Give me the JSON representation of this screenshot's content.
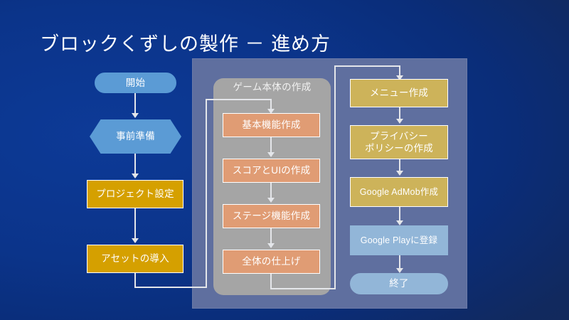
{
  "slide": {
    "title": "ブロックくずしの製作 －  進め方",
    "background_color": "#0a3183",
    "panel_color": "#5f6f9f",
    "group_panel_color": "#a5a5a5",
    "connector_color": "#e4e6ea"
  },
  "colors": {
    "blue_node": "#5b9bd5",
    "gold_node": "#d5a000",
    "gold_node_muted": "#cdb35a",
    "salmon_node": "#e09c74",
    "lightblue_node": "#92b6d8",
    "text": "#ffffff"
  },
  "left_column": [
    {
      "id": "start",
      "label": "開始",
      "shape": "pill",
      "color": "#5b9bd5"
    },
    {
      "id": "prep",
      "label": "事前準備",
      "shape": "hexagon",
      "color": "#5b9bd5"
    },
    {
      "id": "project",
      "label": "プロジェクト設定",
      "shape": "rectangle",
      "color": "#d5a000"
    },
    {
      "id": "asset",
      "label": "アセットの導入",
      "shape": "rectangle",
      "color": "#d5a000"
    }
  ],
  "group": {
    "label": "ゲーム本体の作成",
    "nodes": [
      {
        "id": "basic",
        "label": "基本機能作成",
        "shape": "rectangle",
        "color": "#e09c74"
      },
      {
        "id": "score",
        "label": "スコアとUIの作成",
        "shape": "rectangle",
        "color": "#e09c74"
      },
      {
        "id": "stage",
        "label": "ステージ機能作成",
        "shape": "rectangle",
        "color": "#e09c74"
      },
      {
        "id": "final",
        "label": "全体の仕上げ",
        "shape": "rectangle",
        "color": "#e09c74"
      }
    ]
  },
  "right_column": [
    {
      "id": "menu",
      "label": "メニュー作成",
      "shape": "rectangle",
      "color": "#cdb35a"
    },
    {
      "id": "privacy",
      "label": "プライバシー\nポリシーの作成",
      "line1": "プライバシー",
      "line2": "ポリシーの作成",
      "shape": "rectangle",
      "color": "#cdb35a"
    },
    {
      "id": "admob",
      "label": "Google AdMob作成",
      "shape": "rectangle",
      "color": "#cdb35a"
    },
    {
      "id": "play",
      "label": "Google Playに登録",
      "shape": "rectangle",
      "color": "#92b6d8"
    },
    {
      "id": "end",
      "label": "終了",
      "shape": "pill",
      "color": "#92b6d8"
    }
  ]
}
